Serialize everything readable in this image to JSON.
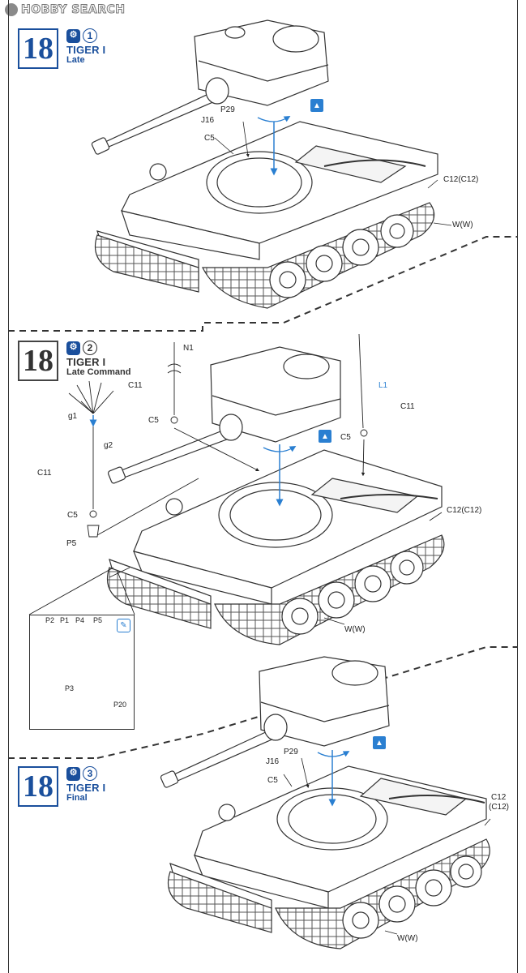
{
  "watermark": {
    "text": "HOBBY SEARCH"
  },
  "steps": [
    {
      "number": "18",
      "variant_number": "1",
      "name": "TIGER I",
      "sub": "Late"
    },
    {
      "number": "18",
      "variant_number": "2",
      "name": "TIGER I",
      "sub": "Late Command"
    },
    {
      "number": "18",
      "variant_number": "3",
      "name": "TIGER I",
      "sub": "Final"
    }
  ],
  "labels": {
    "s1": {
      "p29": "P29",
      "j16": "J16",
      "c5": "C5",
      "c12": "C12(C12)",
      "w": "W(W)"
    },
    "s2": {
      "n1": "N1",
      "c11a": "C11",
      "c5a": "C5",
      "l1": "L1",
      "c11b": "C11",
      "c5b": "C5",
      "g1": "g1",
      "g2": "g2",
      "c11c": "C11",
      "c5c": "C5",
      "p5": "P5",
      "c12": "C12(C12)",
      "w": "W(W)"
    },
    "detail": {
      "p2": "P2",
      "p1": "P1",
      "p4": "P4",
      "p5": "P5",
      "p3": "P3",
      "p20": "P20"
    },
    "s3": {
      "p29": "P29",
      "j16": "J16",
      "c5": "C5",
      "c12a": "C12",
      "c12b": "(C12)",
      "w": "W(W)"
    }
  },
  "colors": {
    "step_blue": "#1a4f9c",
    "arrow_blue": "#2a7fd1",
    "line": "#333333"
  },
  "icons": [
    "hobby-search-logo-icon",
    "version-icon",
    "wrench-icon",
    "turret-assembly-icon",
    "rotate-arrow-icon"
  ]
}
